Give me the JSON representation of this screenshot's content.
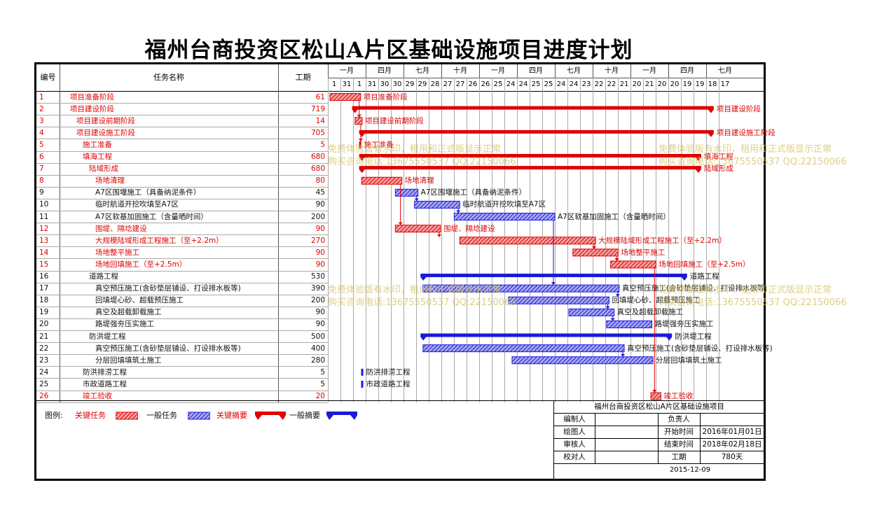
{
  "title": "福州台商投资区松山A片区基础设施项目进度计划",
  "header": {
    "col_id": "编号",
    "col_name": "任务名称",
    "col_dur": "工期"
  },
  "months": [
    "一月",
    "四月",
    "七月",
    "十月",
    "一月",
    "四月",
    "七月",
    "十月",
    "一月",
    "四月",
    "七月"
  ],
  "ticks": [
    "1",
    "31",
    "1",
    "31",
    "30",
    "30",
    "29",
    "29",
    "28",
    "27",
    "27",
    "26",
    "26",
    "25",
    "24",
    "24",
    "25",
    "25",
    "24",
    "24",
    "23",
    "22",
    "22",
    "21",
    "20",
    "21",
    "20",
    "20",
    "19",
    "19",
    "18",
    "17"
  ],
  "tasks": [
    {
      "id": "1",
      "name": "项目准备阶段",
      "dur": "61",
      "crit": true,
      "indent": 0
    },
    {
      "id": "2",
      "name": "项目建设阶段",
      "dur": "719",
      "crit": true,
      "indent": 0
    },
    {
      "id": "3",
      "name": "项目建设前期阶段",
      "dur": "14",
      "crit": true,
      "indent": 1
    },
    {
      "id": "4",
      "name": "项目建设施工阶段",
      "dur": "705",
      "crit": true,
      "indent": 1
    },
    {
      "id": "5",
      "name": "施工准备",
      "dur": "5",
      "crit": true,
      "indent": 2
    },
    {
      "id": "6",
      "name": "填海工程",
      "dur": "680",
      "crit": true,
      "indent": 2
    },
    {
      "id": "7",
      "name": "陆域形成",
      "dur": "680",
      "crit": true,
      "indent": 3
    },
    {
      "id": "8",
      "name": "场地清理",
      "dur": "80",
      "crit": true,
      "indent": 4
    },
    {
      "id": "9",
      "name": "A7区围堰施工（具备纳泥条件）",
      "dur": "45",
      "crit": false,
      "indent": 4
    },
    {
      "id": "10",
      "name": "临时航道开挖吹填至A7区",
      "dur": "90",
      "crit": false,
      "indent": 4
    },
    {
      "id": "11",
      "name": "A7区软基加固施工（含量晒时间）",
      "dur": "200",
      "crit": false,
      "indent": 4
    },
    {
      "id": "12",
      "name": "围堤、隔埝建设",
      "dur": "90",
      "crit": true,
      "indent": 4
    },
    {
      "id": "13",
      "name": "大规模陆域形成工程施工（至+2.2m）",
      "dur": "270",
      "crit": true,
      "indent": 4
    },
    {
      "id": "14",
      "name": "场地整平施工",
      "dur": "90",
      "crit": true,
      "indent": 4
    },
    {
      "id": "15",
      "name": "场地回填施工（至+2.5m）",
      "dur": "90",
      "crit": true,
      "indent": 4
    },
    {
      "id": "16",
      "name": "道路工程",
      "dur": "530",
      "crit": false,
      "indent": 3
    },
    {
      "id": "17",
      "name": "真空预压施工(含砂垫层铺设、打设排水板等)",
      "dur": "390",
      "crit": false,
      "indent": 4
    },
    {
      "id": "18",
      "name": "回填堤心砂、超载预压施工",
      "dur": "200",
      "crit": false,
      "indent": 4
    },
    {
      "id": "19",
      "name": "真空及超载卸载施工",
      "dur": "90",
      "crit": false,
      "indent": 4
    },
    {
      "id": "20",
      "name": "路堤强夯压实施工",
      "dur": "90",
      "crit": false,
      "indent": 4
    },
    {
      "id": "21",
      "name": "防洪堤工程",
      "dur": "500",
      "crit": false,
      "indent": 3
    },
    {
      "id": "22",
      "name": "真空预压施工(含砂垫层铺设、打设排水板等)",
      "dur": "400",
      "crit": false,
      "indent": 4
    },
    {
      "id": "23",
      "name": "分层回填填筑土施工",
      "dur": "280",
      "crit": false,
      "indent": 4
    },
    {
      "id": "24",
      "name": "防洪排涝工程",
      "dur": "5",
      "crit": false,
      "indent": 2
    },
    {
      "id": "25",
      "name": "市政道路工程",
      "dur": "5",
      "crit": false,
      "indent": 2
    },
    {
      "id": "26",
      "name": "竣工验收",
      "dur": "20",
      "crit": true,
      "indent": 2
    }
  ],
  "bar_labels": [
    "项目准备阶段",
    "项目建设阶段",
    "项目建设前期阶段",
    "项目建设施工阶段",
    "施工准备",
    "填海工程",
    "陆域形成",
    "场地清理",
    "A7区围堰施工（具备纳泥条件）",
    "临时航道开挖吹填至A7区",
    "A7区软基加固施工（含量晒时间）",
    "围堤、隔埝建设",
    "大规模陆域形成工程施工（至+2.2m）",
    "场地整平施工",
    "场地回填施工（至+2.5m）",
    "道路工程",
    "真空预压施工(含砂垫层铺设、打设排水板等)",
    "回填堤心砂、超载预压施工",
    "真空及超载卸载施工",
    "路堤强夯压实施工",
    "防洪堤工程",
    "真空预压施工(含砂垫层铺设、打设排水板等)",
    "分层回填填筑土施工",
    "防洪排涝工程",
    "市政道路工程",
    "竣工验收"
  ],
  "legend": {
    "label": "图例:",
    "critical_task": "关键任务",
    "normal_task": "一般任务",
    "critical_summary": "关键摘要",
    "normal_summary": "一般摘要"
  },
  "info": {
    "project": "福州台商投资区松山A片区基础设施项目",
    "editor": "编制人",
    "owner": "负责人",
    "drawer": "绘图人",
    "start_label": "开始时间",
    "start": "2016年01月01日",
    "reviewer": "审核人",
    "end_label": "结束时间",
    "end": "2018年02月18日",
    "checker": "校对人",
    "dur_label": "工期",
    "dur": "780天",
    "date": "2015-12-09"
  },
  "watermark": {
    "line1": "免费体验版有水印，租用和正式版显示正常",
    "line2": "购买咨询电话:13675550537 QQ:22150066"
  },
  "colors": {
    "critical": "#e00000",
    "normal": "#1a1ad8"
  }
}
